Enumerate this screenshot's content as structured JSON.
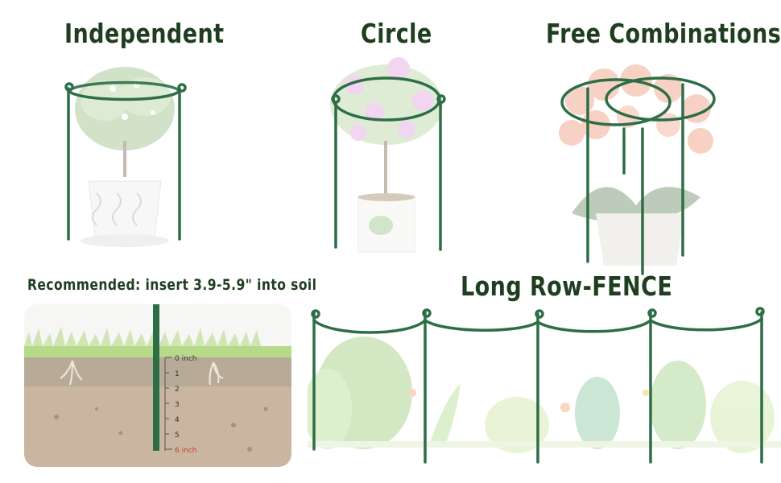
{
  "headings": {
    "independent": "Independent",
    "circle": "Circle",
    "free_combinations": "Free Combinations",
    "recommended": "Recommended: insert 3.9-5.9\" into soil",
    "long_row_fence": "Long Row-FENCE"
  },
  "ruler": {
    "marks": [
      "0",
      "1",
      "2",
      "3",
      "4",
      "5",
      "6"
    ],
    "unit": "inch"
  },
  "colors": {
    "stake_green": "#2e6e46",
    "heading_text": "#1f3d1f",
    "soil": "#b8a28a",
    "grass": "#9ccf6a",
    "red_mark": "#d03a2a"
  },
  "icons": [
    "plant-support-stake-icon",
    "flower-pot-icon",
    "orchid-icon",
    "soil-cross-section-icon",
    "fence-plants-icon"
  ]
}
